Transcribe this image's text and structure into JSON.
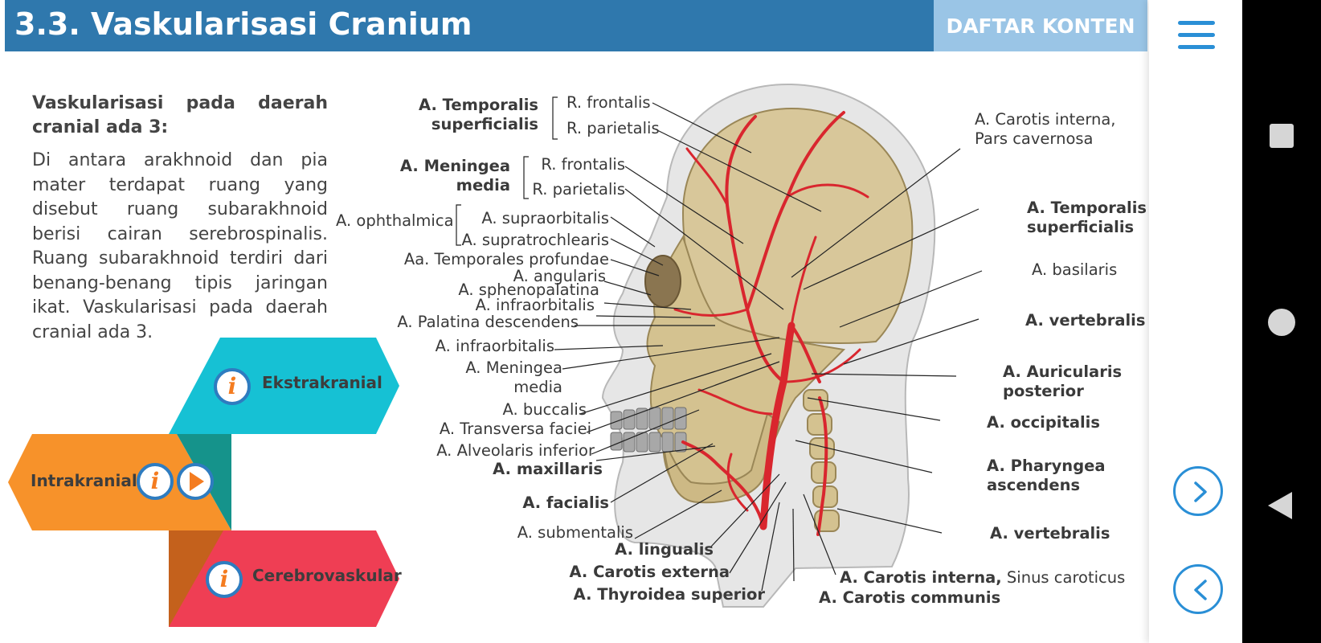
{
  "header": {
    "title": "3.3. Vaskularisasi Cranium",
    "toc_label": "DAFTAR KONTEN"
  },
  "intro": {
    "heading": "Vaskularisasi pada daerah cranial ada 3:",
    "body": "Di antara arakhnoid dan pia mater terdapat ruang yang disebut ruang subarakhnoid berisi cairan serebrospinalis. Ruang subarakhnoid terdiri dari benang-benang tipis jaringan ikat. Vaskularisasi pada daerah cranial ada 3."
  },
  "categories": {
    "ekstrakranial": {
      "label": "Ekstrakranial",
      "color": "#16c1d4"
    },
    "intrakranial": {
      "label": "Intrakranial",
      "color": "#f7922a"
    },
    "cerebrovaskular": {
      "label": "Cerebrovaskular",
      "color": "#ef3e54"
    }
  },
  "icons": {
    "info": "i",
    "menu": "hamburger-icon",
    "next": "chevron-right-icon",
    "prev": "chevron-left-icon"
  },
  "diagram": {
    "labels": {
      "a_temporalis_superficialis_left_1": "A. Temporalis",
      "a_temporalis_superficialis_left_2": "superficialis",
      "r_frontalis_1": "R. frontalis",
      "r_parietalis_1": "R. parietalis",
      "a_meningea_media_1": "A. Meningea",
      "a_meningea_media_2": "media",
      "r_frontalis_2": "R. frontalis",
      "r_parietalis_2": "R. parietalis",
      "a_ophthalmica": "A. ophthalmica",
      "a_supraorbitalis": "A. supraorbitalis",
      "a_supratrochlearis": "A. supratrochlearis",
      "aa_temporales_profundae": "Aa. Temporales profundae",
      "a_angularis": "A. angularis",
      "a_sphenopalatina": "A. sphenopalatina",
      "a_infraorbitalis_1": "A. infraorbitalis",
      "a_palatina_descendens": "A. Palatina descendens",
      "a_infraorbitalis_2": "A. infraorbitalis",
      "a_meningea_media_b1": "A. Meningea",
      "a_meningea_media_b2": "media",
      "a_buccalis": "A. buccalis",
      "a_transversa_faciei": "A. Transversa faciei",
      "a_alveolaris_inferior": "A. Alveolaris inferior",
      "a_maxillaris": "A. maxillaris",
      "a_facialis": "A. facialis",
      "a_submentalis": "A. submentalis",
      "a_lingualis": "A. lingualis",
      "a_carotis_externa": "A. Carotis externa",
      "a_thyroidea_superior": "A. Thyroidea superior",
      "a_carotis_interna_cav_1": "A. Carotis interna,",
      "a_carotis_interna_cav_2": "Pars cavernosa",
      "a_temporalis_superficialis_right_1": "A. Temporalis",
      "a_temporalis_superficialis_right_2": "superficialis",
      "a_basilaris": "A. basilaris",
      "a_vertebralis_1": "A. vertebralis",
      "a_auricularis_posterior_1": "A. Auricularis",
      "a_auricularis_posterior_2": "posterior",
      "a_occipitalis": "A. occipitalis",
      "a_pharyngea_ascendens_1": "A. Pharyngea",
      "a_pharyngea_ascendens_2": "ascendens",
      "a_vertebralis_2": "A. vertebralis",
      "a_carotis_interna_sinus_b": "A. Carotis interna,",
      "a_carotis_interna_sinus": "Sinus caroticus",
      "a_carotis_communis": "A. Carotis communis"
    },
    "colors": {
      "skin": "#e3e3e3",
      "bone": "#d8c79a",
      "artery": "#d9262e",
      "leader": "#222222"
    }
  }
}
